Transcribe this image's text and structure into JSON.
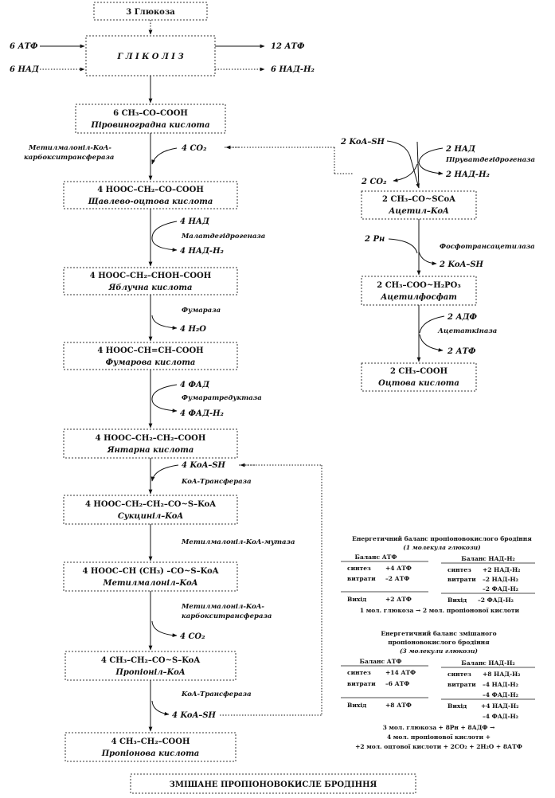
{
  "start": "3 Глюкоза",
  "glycolysis": {
    "title": "Г Л І К О Л І З",
    "atp_in": "6 АТФ",
    "atp_out": "12 АТФ",
    "nad_in": "6 НАД",
    "nad_out": "6 НАД-Н₂"
  },
  "left_chain": [
    {
      "formula": "6 CH₃–CO–COOH",
      "name": "Піровиноградна кислота"
    },
    {
      "formula": "4 HOOC–CH₂–CO–COOH",
      "name": "Щавлево-оцтова кислота"
    },
    {
      "formula": "4 HOOC–CH₂–CHOH–COOH",
      "name": "Яблучна кислота"
    },
    {
      "formula": "4 HOOC–CH=CH–COOH",
      "name": "Фумарова кислота"
    },
    {
      "formula": "4 HOOC–CH₂–CH₂–COOH",
      "name": "Янтарна кислота"
    },
    {
      "formula": "4 HOOC–CH₂–CH₂–CO~S–KoA",
      "name": "Сукциніл–KoA"
    },
    {
      "formula": "4 HOOC–CH (CH₃) –CO~S–KoA",
      "name": "Метилмалоніл–KoA"
    },
    {
      "formula": "4 CH₃–CH₂–CO~S–KoA",
      "name": "Пропіоніл–KoA"
    },
    {
      "formula": "4 CH₃–CH₂–COOH",
      "name": "Пропіонова кислота"
    }
  ],
  "left_steps": [
    {
      "enzyme1": "Метилмалоніл-KoA-",
      "enzyme2": "карбокситрансфераза",
      "co2": "4 CO₂"
    },
    {
      "enzyme": "Малатдегідрогеназа",
      "in": "4 НАД",
      "out": "4 НАД-Н₂"
    },
    {
      "enzyme": "Фумараза",
      "out": "4 H₂O"
    },
    {
      "enzyme": "Фумаратредуктаза",
      "in": "4 ФАД",
      "out": "4 ФАД-Н₂"
    },
    {
      "enzyme": "KoA-Трансфераза",
      "in": "4 KoA–SH"
    },
    {
      "enzyme": "Метилмалоніл-KoA-мутаза"
    },
    {
      "enzyme1": "Метилмалоніл-KoA-",
      "enzyme2": "карбокситрансфераза",
      "out": "4 CO₂"
    },
    {
      "enzyme": "KoA-Трансфераза",
      "out": "4 KoA–SH"
    }
  ],
  "right_chain": [
    {
      "formula": "2 CH₃–CO~SCoA",
      "name": "Ацетил–KoA"
    },
    {
      "formula": "2 CH₃–COO~H₂PO₃",
      "name": "Ацетилфосфат"
    },
    {
      "formula": "2 CH₃–COOH",
      "name": "Оцтова кислота"
    }
  ],
  "right_steps": [
    {
      "koa": "2 KoA–SH",
      "nad": "2 НАД",
      "enzyme": "Піруватдегідрогеназа",
      "nadh": "2 НАД-Н₂",
      "co2": "2 CO₂"
    },
    {
      "in": "2 Pн",
      "enzyme": "Фосфотрансацетилаза",
      "out": "2 KoA–SH"
    },
    {
      "in": "2 АДФ",
      "enzyme": "Ацетаткіназа",
      "out": "2 АТФ"
    }
  ],
  "balance1": {
    "title1": "Енергетичний баланс пропіоновокислого бродіння",
    "title2": "(1 молекула глюкози)",
    "atp_header": "Баланс АТФ",
    "nad_header": "Баланс НАД-Н₂",
    "rows_atp": [
      [
        "синтез",
        "+4 АТФ"
      ],
      [
        "витрати",
        "–2 АТФ"
      ]
    ],
    "rows_nad": [
      [
        "синтез",
        "+2 НАД-Н₂"
      ],
      [
        "витрати",
        "–2 НАД-Н₂"
      ],
      [
        "",
        "–2 ФАД-Н₂"
      ]
    ],
    "out_atp": [
      "Вихід",
      "+2 АТФ"
    ],
    "out_nad": [
      "Вихід",
      "–2 ФАД-Н₂"
    ],
    "summary": "1 мол. глюкоза → 2 мол. пропіонової кислоти"
  },
  "balance2": {
    "title1": "Енергетичний баланс змішаного",
    "title2": "пропіоновокислого бродіння",
    "title3": "(3 молекули глюкози)",
    "atp_header": "Баланс АТФ",
    "nad_header": "Баланс НАД-Н₂",
    "rows_atp": [
      [
        "синтез",
        "+14 АТФ"
      ],
      [
        "витрати",
        "–6 АТФ"
      ]
    ],
    "rows_nad": [
      [
        "синтез",
        "+8 НАД-Н₂"
      ],
      [
        "витрати",
        "–4 НАД-Н₂"
      ],
      [
        "",
        "–4 ФАД-Н₂"
      ]
    ],
    "out_atp": [
      "Вихід",
      "+8 АТФ"
    ],
    "out_nad1": [
      "Вихід",
      "+4 НАД-Н₂"
    ],
    "out_nad2": "–4 ФАД-Н₂",
    "summary1": "3 мол. глюкоза + 8Рн + 8АДФ →",
    "summary2": "4 мол. пропіонової кислоти +",
    "summary3": "+2 мол. оцтової кислоти + 2CO₂ + 2H₂O + 8АТФ"
  },
  "footer": "ЗМІШАНЕ ПРОПІОНОВОКИСЛЕ БРОДІННЯ"
}
